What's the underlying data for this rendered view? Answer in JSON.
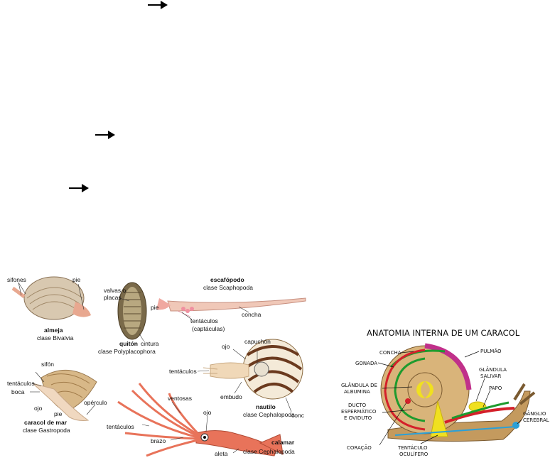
{
  "mollusk_figure": {
    "almeja": {
      "name": "almeja",
      "clase": "clase Bivalvia",
      "sifones": "sifones",
      "pie": "pie"
    },
    "quiton": {
      "name": "quitón",
      "clase": "clase Polyplacophora",
      "valvas": "valvas o",
      "placas": "placas",
      "cintura": "cintura"
    },
    "escafopodo": {
      "name": "escafópodo",
      "clase": "clase Scaphopoda",
      "pie": "pie",
      "concha": "concha",
      "tentaculos": "tentáculos",
      "captaculas": "(captáculas)"
    },
    "caracol": {
      "name": "caracol de mar",
      "clase": "clase Gastropoda",
      "sifon": "sifón",
      "tentaculos": "tentáculos",
      "boca": "boca",
      "ojo": "ojo",
      "pie": "pie",
      "operculo": "opérculo"
    },
    "nautilo": {
      "name": "nautilo",
      "clase": "clase Cephalopoda",
      "ojo": "ojo",
      "capuchon": "capuchón",
      "tentaculos": "tentáculos",
      "embudo": "embudo",
      "conc": "conc"
    },
    "calamar": {
      "name": "calamar",
      "clase": "clase Cephalopoda",
      "ventosas": "ventosas",
      "tentaculos": "tentáculos",
      "ojo": "ojo",
      "brazo": "brazo",
      "aleta": "aleta"
    }
  },
  "snail_figure": {
    "title": "ANATOMIA INTERNA DE UM CARACOL",
    "labels": {
      "concha": "CONCHA",
      "gonada": "GONADA",
      "pulmao": "PULMÃO",
      "glandula_albumina_1": "GLÂNDULA DE",
      "glandula_albumina_2": "ALBUMINA",
      "glandula_salivar_1": "GLÂNDULA",
      "glandula_salivar_2": "SALIVAR",
      "papo": "PAPO",
      "ducto_1": "DUCTO",
      "ducto_2": "ESPERMÁTICO",
      "ducto_3": "E OVIDUTO",
      "ganglio_1": "GÂNGLIO",
      "ganglio_2": "CEREBRAL",
      "coracao": "CORAÇÃO",
      "tentaculo_1": "TENTÁCULO",
      "tentaculo_2": "OCULÍFERO"
    }
  },
  "colors": {
    "shell_body": "#c9a66b",
    "shell_stripe": "#6b3a1e",
    "squid": "#e8735a",
    "green": "#1e9b2e",
    "magenta": "#c0308a",
    "red": "#d4202a",
    "yellow": "#f0e020",
    "blue": "#2aa0d8",
    "snail_body": "#c49a5e"
  }
}
